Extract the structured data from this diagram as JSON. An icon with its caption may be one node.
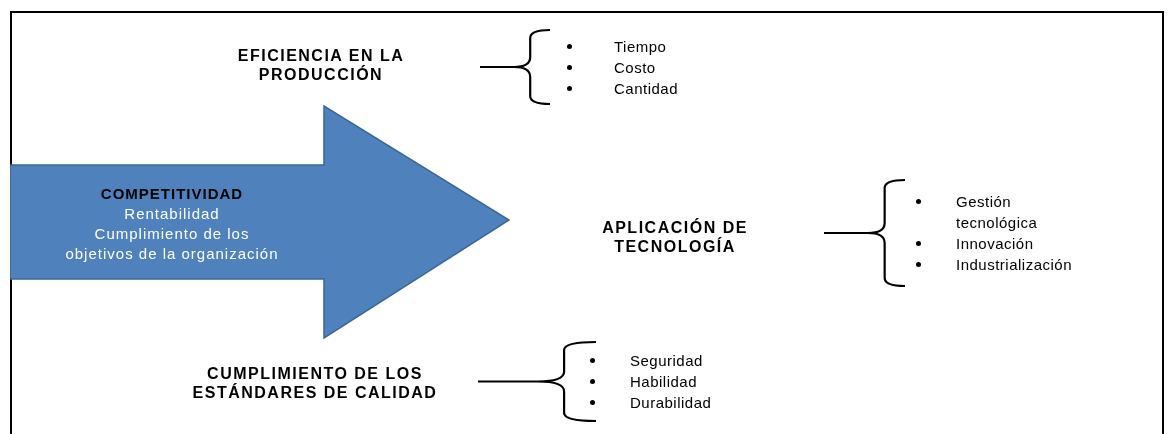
{
  "diagram": {
    "nodes": [
      {
        "text": [
          "COMPETITIVIDAD",
          "Rentabilidad",
          "Cumplimiento de los objetivos de la organización"
        ]
      },
      {
        "text": [
          "EFICIENCIA EN LA PRODUCCIÓN"
        ]
      },
      {
        "text": [
          "Tiempo",
          "Costo",
          "Cantidad"
        ]
      },
      {
        "text": [
          "APLICACIÓN DE TECNOLOGÍA"
        ]
      },
      {
        "text": [
          "Gestión tecnológica",
          "Innovación",
          "Industrialización"
        ]
      },
      {
        "text": [
          "CUMPLIMIENTO DE LOS ESTÁNDARES DE CALIDAD"
        ]
      },
      {
        "text": [
          "Seguridad",
          "Habilidad",
          "Durabilidad"
        ]
      }
    ],
    "edges": [
      {
        "from": 1,
        "to": 2,
        "arrow": "none"
      },
      {
        "from": 3,
        "to": 4,
        "arrow": "none"
      },
      {
        "from": 5,
        "to": 6,
        "arrow": "none"
      }
    ]
  }
}
